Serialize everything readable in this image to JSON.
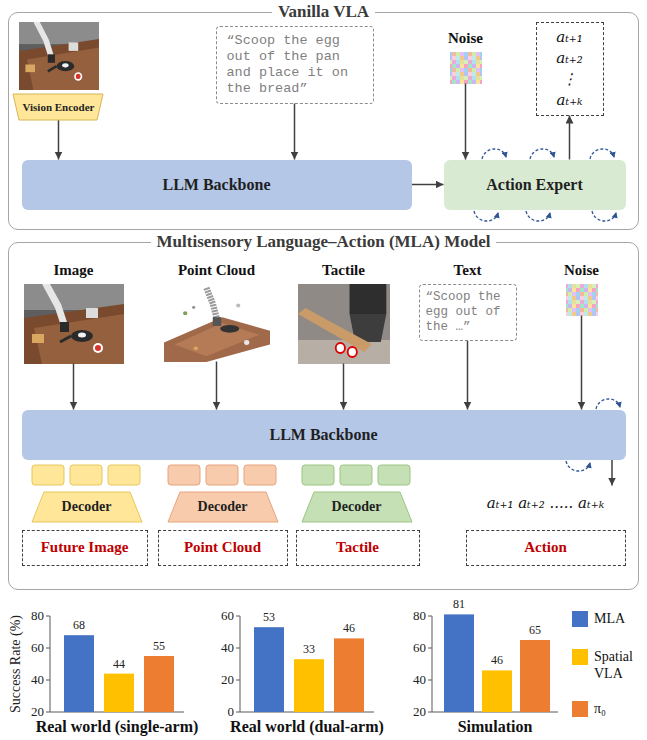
{
  "diagram": {
    "nodes": [
      {
        "text": [
          "Vanilla VLA"
        ]
      },
      {
        "text": [
          "Vision Encoder"
        ],
        "in": 0
      },
      {
        "text": [
          "“Scoop the egg out of the pan and place it on the bread”"
        ],
        "in": 0
      },
      {
        "text": [
          "Noise"
        ],
        "in": 0
      },
      {
        "text": [
          "aₜ₊₁",
          "aₜ₊₂",
          "⋮",
          "aₜ₊ₖ"
        ],
        "in": 0
      },
      {
        "text": [
          "LLM Backbone"
        ],
        "in": 0
      },
      {
        "text": [
          "Action Expert"
        ],
        "in": 0
      },
      {
        "text": [
          "Multisensory Language–Action (MLA) Model"
        ]
      },
      {
        "text": [
          "Image"
        ],
        "in": 7
      },
      {
        "text": [
          "Point Cloud"
        ],
        "in": 7
      },
      {
        "text": [
          "Tactile"
        ],
        "in": 7
      },
      {
        "text": [
          "Text",
          "“Scoop the egg out of the …”"
        ],
        "in": 7
      },
      {
        "text": [
          "Noise"
        ],
        "in": 7
      },
      {
        "text": [
          "LLM Backbone"
        ],
        "in": 7
      },
      {
        "text": [
          "Decoder"
        ],
        "in": 7
      },
      {
        "text": [
          "Decoder"
        ],
        "in": 7
      },
      {
        "text": [
          "Decoder"
        ],
        "in": 7
      },
      {
        "text": [
          "Future Image"
        ],
        "in": 7
      },
      {
        "text": [
          "Point Cloud"
        ],
        "in": 7
      },
      {
        "text": [
          "Tactile"
        ],
        "in": 7
      },
      {
        "text": [
          "aₜ₊₁ aₜ₊₂ ..... aₜ₊ₖ",
          "Action"
        ],
        "in": 7
      }
    ],
    "edges": [
      {
        "from": 1,
        "to": 5,
        "arrow": "to"
      },
      {
        "from": 2,
        "to": 5,
        "arrow": "to"
      },
      {
        "from": 5,
        "to": 6,
        "arrow": "to"
      },
      {
        "from": 3,
        "to": 6,
        "arrow": "to"
      },
      {
        "from": 6,
        "to": 4,
        "arrow": "to"
      },
      {
        "from": 8,
        "to": 13,
        "arrow": "to"
      },
      {
        "from": 9,
        "to": 13,
        "arrow": "to"
      },
      {
        "from": 10,
        "to": 13,
        "arrow": "to"
      },
      {
        "from": 11,
        "to": 13,
        "arrow": "to"
      },
      {
        "from": 12,
        "to": 13,
        "arrow": "to"
      },
      {
        "from": 13,
        "to": 20,
        "arrow": "to"
      }
    ],
    "labels": [
      "Success Rate (%)",
      "80",
      "60",
      "40",
      "20",
      "68",
      "44",
      "55",
      "Real world (single-arm)",
      "60",
      "40",
      "20",
      "0",
      "53",
      "33",
      "46",
      "Real world (dual-arm)",
      "80",
      "60",
      "40",
      "20",
      "81",
      "46",
      "65",
      "Simulation"
    ],
    "legend": [
      {
        "text": "MLA",
        "color": "#4472c4"
      },
      {
        "text": "Spatial VLA",
        "color": "#ffc000"
      },
      {
        "text": "π₀",
        "color": "#ed7d31"
      }
    ]
  }
}
